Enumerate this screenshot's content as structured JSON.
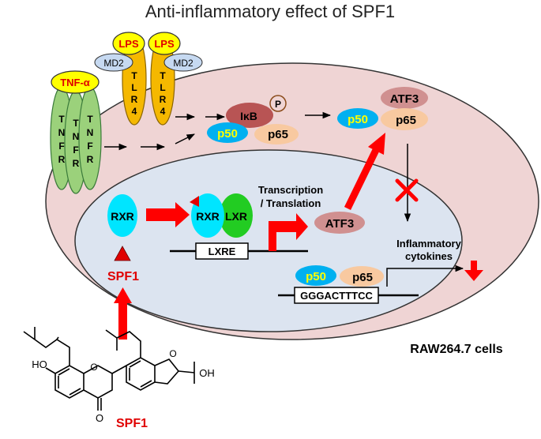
{
  "title": "Anti-inflammatory effect of SPF1",
  "receptors": {
    "lps_1": "LPS",
    "lps_2": "LPS",
    "md2_1": "MD2",
    "md2_2": "MD2",
    "tlr4_1": [
      "T",
      "L",
      "R",
      "4"
    ],
    "tlr4_2": [
      "T",
      "L",
      "R",
      "4"
    ],
    "tnf_alpha": "TNF-α",
    "tnfr_1": [
      "T",
      "N",
      "F",
      "R"
    ],
    "tnfr_2": [
      "T",
      "N",
      "F",
      "R"
    ],
    "tnfr_3": [
      "T",
      "N",
      "F",
      "R"
    ]
  },
  "cytoplasm": {
    "ikb": "IκB",
    "phospho": "P",
    "p50_bound": "p50",
    "p65_bound": "p65",
    "atf3_complex": "ATF3",
    "p50_free": "p50",
    "p65_free": "p65"
  },
  "nucleus": {
    "rxr_free": "RXR",
    "rxr_dimer": "RXR",
    "lxr": "LXR",
    "lxre": "LXRE",
    "transcription_line1": "Transcription",
    "transcription_line2": "/ Translation",
    "atf3": "ATF3",
    "spf1_label": "SPF1",
    "inflammatory_line1": "Inflammatory",
    "inflammatory_line2": "cytokines",
    "p50_dna": "p50",
    "p65_dna": "p65",
    "promoter": "GGGACTTTCC"
  },
  "cell_label": "RAW264.7 cells",
  "structure": {
    "ho_left": "HO",
    "oh_right": "OH",
    "o_ring1": "O",
    "o_ring2": "O",
    "o_ketone": "O",
    "compound_name": "SPF1"
  },
  "colors": {
    "cell": "#efd4d4",
    "nucleus": "#dce4f0",
    "arrow_red": "#ff0000",
    "lps_fill": "#ffff00",
    "tlr4_fill": "#f5b800",
    "tnfr_fill": "#9bd17b",
    "p50_fill": "#00b0f0",
    "p65_fill": "#f8c9a0",
    "ikb_fill": "#b85454",
    "atf3_fill": "#d09090",
    "rxr_fill": "#00e5ff",
    "lxr_fill": "#22cc22",
    "md2_fill": "#c6d9f1"
  }
}
